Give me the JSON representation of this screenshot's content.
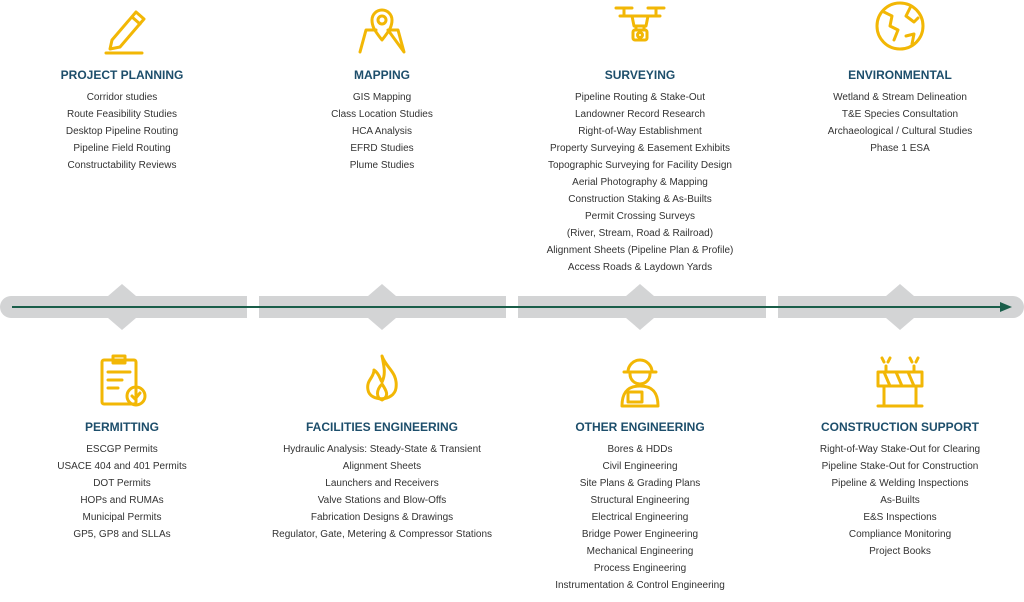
{
  "top": [
    {
      "title": "PROJECT PLANNING",
      "icon": "pencil-icon",
      "items": [
        "Corridor studies",
        "Route Feasibility Studies",
        "Desktop Pipeline Routing",
        "Pipeline Field Routing",
        "Constructability Reviews"
      ]
    },
    {
      "title": "MAPPING",
      "icon": "map-pin-icon",
      "items": [
        "GIS Mapping",
        "Class Location Studies",
        "HCA Analysis",
        "EFRD Studies",
        "Plume Studies"
      ]
    },
    {
      "title": "SURVEYING",
      "icon": "drone-icon",
      "items": [
        "Pipeline Routing & Stake-Out",
        "Landowner Record Research",
        "Right-of-Way Establishment",
        "Property Surveying & Easement Exhibits",
        "Topographic Surveying for Facility Design",
        "Aerial Photography & Mapping",
        "Construction Staking & As-Builts",
        "Permit Crossing Surveys\n(River, Stream, Road & Railroad)",
        "Alignment Sheets (Pipeline Plan & Profile)",
        "Access Roads & Laydown Yards"
      ]
    },
    {
      "title": "ENVIRONMENTAL",
      "icon": "globe-icon",
      "items": [
        "Wetland & Stream Delineation",
        "T&E Species Consultation",
        "Archaeological / Cultural Studies",
        "Phase 1 ESA"
      ]
    }
  ],
  "bottom": [
    {
      "title": "PERMITTING",
      "icon": "clipboard-check-icon",
      "items": [
        "ESCGP Permits",
        "USACE 404 and 401 Permits",
        "DOT Permits",
        "HOPs and RUMAs",
        "Municipal Permits",
        "GP5, GP8 and SLLAs"
      ]
    },
    {
      "title": "FACILITIES ENGINEERING",
      "icon": "flame-icon",
      "items": [
        "Hydraulic Analysis: Steady-State & Transient",
        "Alignment Sheets",
        "Launchers and Receivers",
        "Valve Stations and Blow-Offs",
        "Fabrication Designs & Drawings",
        "Regulator, Gate, Metering & Compressor Stations"
      ]
    },
    {
      "title": "OTHER ENGINEERING",
      "icon": "engineer-icon",
      "items": [
        "Bores & HDDs",
        "Civil Engineering",
        "Site Plans & Grading Plans",
        "Structural Engineering",
        "Electrical Engineering",
        "Bridge Power Engineering",
        "Mechanical Engineering",
        "Process Engineering",
        "Instrumentation & Control Engineering"
      ]
    },
    {
      "title": "CONSTRUCTION SUPPORT",
      "icon": "barrier-icon",
      "items": [
        "Right-of-Way Stake-Out for Clearing",
        "Pipeline Stake-Out for Construction",
        "Pipeline & Welding Inspections",
        "As-Builts",
        "E&S Inspections",
        "Compliance Monitoring",
        "Project Books"
      ]
    }
  ],
  "colors": {
    "accent": "#f2b705",
    "heading": "#1d4e6b",
    "timeline": "#1a5e4a",
    "bar": "#d3d4d5"
  }
}
